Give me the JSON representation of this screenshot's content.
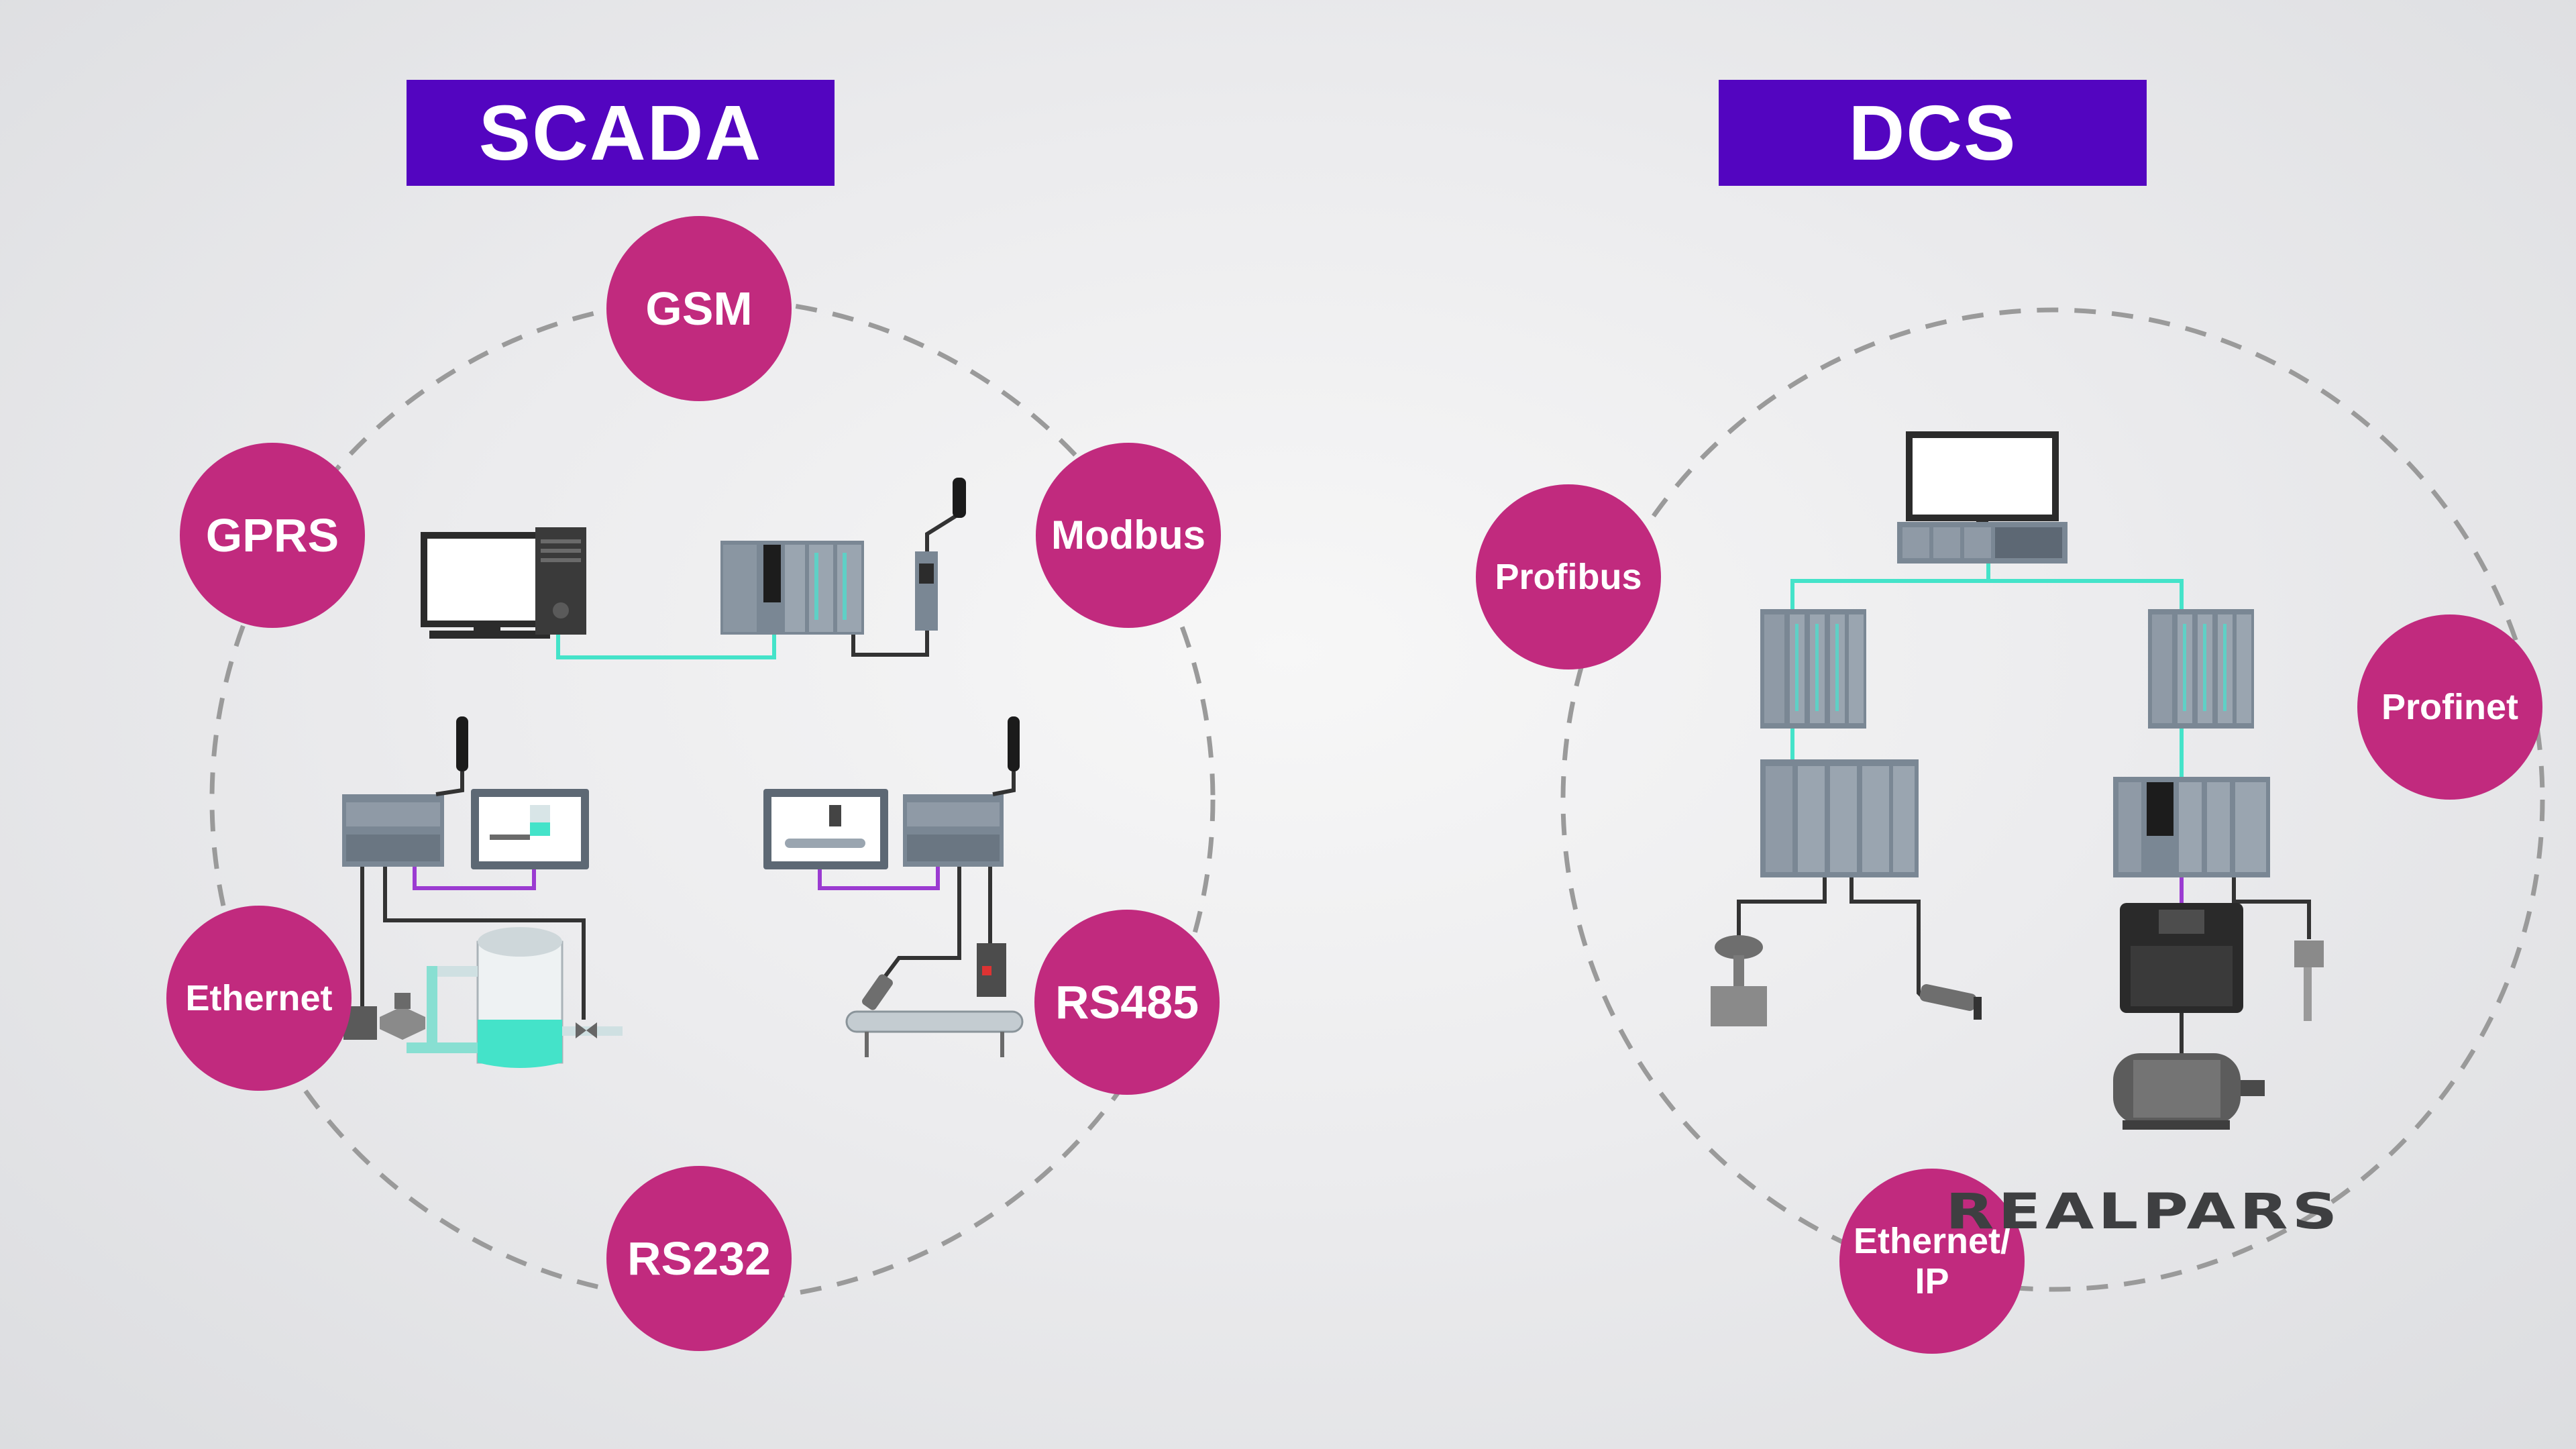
{
  "colors": {
    "title_bg": "#5305c0",
    "bubble": "#c12a7e",
    "cable_teal": "#44e3c9",
    "cable_purple": "#9b3bd1",
    "ring": "#9a9a9a",
    "device_gray": "#6f7c88",
    "brand": "#3e3f41"
  },
  "scada": {
    "title": "SCADA",
    "protocols": [
      {
        "label": "GSM"
      },
      {
        "label": "GPRS"
      },
      {
        "label": "Modbus"
      },
      {
        "label": "Ethernet"
      },
      {
        "label": "RS485"
      },
      {
        "label": "RS232"
      }
    ]
  },
  "dcs": {
    "title": "DCS",
    "protocols": [
      {
        "label": "Profibus"
      },
      {
        "label": "Profinet"
      },
      {
        "label": "Ethernet/ IP"
      }
    ]
  },
  "brand": {
    "name": "REALPARS"
  }
}
